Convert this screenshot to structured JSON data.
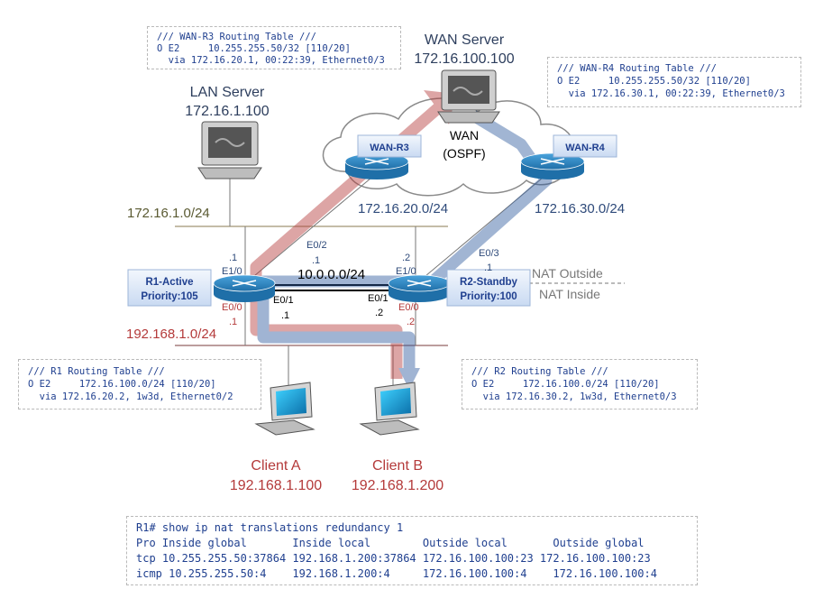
{
  "colors": {
    "dark_red": "#b43a3a",
    "dark_blue": "#2e4a7a",
    "label_gray": "#777777",
    "router_blue": "#2f86c6",
    "mono_blue": "#1f3f8f"
  },
  "servers": {
    "lan": {
      "title": "LAN Server",
      "ip": "172.16.1.100"
    },
    "wan": {
      "title": "WAN Server",
      "ip": "172.16.100.100"
    }
  },
  "cloud": {
    "line1": "WAN",
    "line2": "(OSPF)"
  },
  "routers": {
    "wan_r3": "WAN-R3",
    "wan_r4": "WAN-R4",
    "r1": {
      "name": "R1-Active",
      "priority": "Priority:105"
    },
    "r2": {
      "name": "R2-Standby",
      "priority": "Priority:100"
    }
  },
  "networks": {
    "lan_net": "172.16.1.0/24",
    "r3_net": "172.16.20.0/24",
    "r4_net": "172.16.30.0/24",
    "sync_net": "10.0.0.0/24",
    "client_net": "192.168.1.0/24"
  },
  "nat_labels": {
    "outside": "NAT Outside",
    "inside": "NAT Inside"
  },
  "interfaces": {
    "r1_e10": "E1/0",
    "r1_e10_ip": ".1",
    "r1_e02": "E0/2",
    "r1_e02_ip": ".1",
    "r1_e01": "E0/1",
    "r1_e01_ip": ".1",
    "r1_e00": "E0/0",
    "r1_e00_ip": ".1",
    "r2_e10": "E1/0",
    "r2_e10_ip": ".2",
    "r2_e03": "E0/3",
    "r2_e03_ip": ".1",
    "r2_e01": "E0/1",
    "r2_e01_ip": ".2",
    "r2_e00": "E0/0",
    "r2_e00_ip": ".2"
  },
  "clients": {
    "a": {
      "name": "Client A",
      "ip": "192.168.1.100"
    },
    "b": {
      "name": "Client B",
      "ip": "192.168.1.200"
    }
  },
  "route_boxes": {
    "wan_r3": [
      "/// WAN-R3 Routing Table ///",
      "O E2     10.255.255.50/32 [110/20]",
      "  via 172.16.20.1, 00:22:39, Ethernet0/3"
    ],
    "wan_r4": [
      "/// WAN-R4 Routing Table ///",
      "O E2     10.255.255.50/32 [110/20]",
      "  via 172.16.30.1, 00:22:39, Ethernet0/3"
    ],
    "r1": [
      "/// R1 Routing Table ///",
      "O E2     172.16.100.0/24 [110/20]",
      "  via 172.16.20.2, 1w3d, Ethernet0/2"
    ],
    "r2": [
      "/// R2 Routing Table ///",
      "O E2     172.16.100.0/24 [110/20]",
      "  via 172.16.30.2, 1w3d, Ethernet0/3"
    ]
  },
  "nat_table": [
    "R1# show ip nat translations redundancy 1",
    "Pro Inside global       Inside local        Outside local       Outside global",
    "tcp 10.255.255.50:37864 192.168.1.200:37864 172.16.100.100:23 172.16.100.100:23",
    "icmp 10.255.255.50:4    192.168.1.200:4     172.16.100.100:4    172.16.100.100:4"
  ]
}
